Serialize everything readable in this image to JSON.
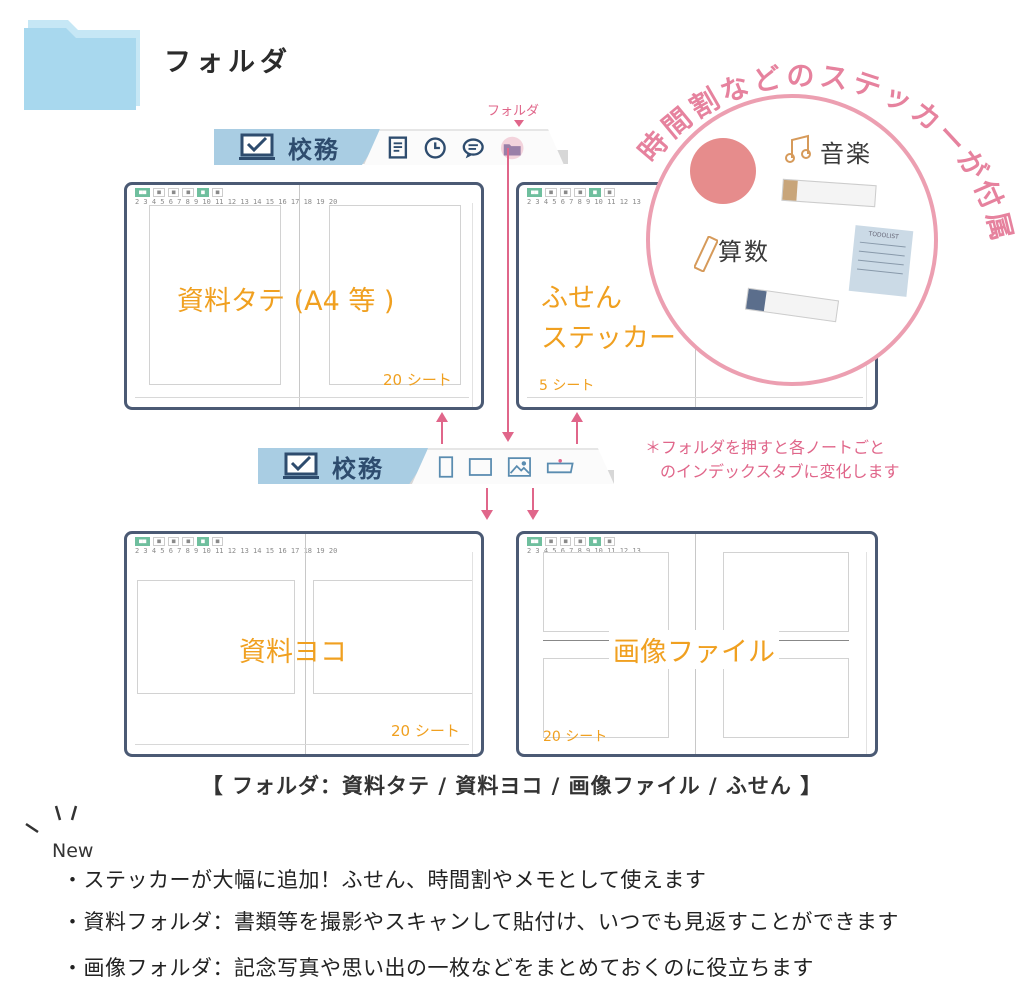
{
  "header": {
    "title": "フォルダ"
  },
  "top_tabbar": {
    "label": "校務",
    "folder_caption": "フォルダ"
  },
  "middle_tabbar": {
    "label": "校務"
  },
  "notebooks": {
    "tate": {
      "label": "資料タテ (A4 等 )",
      "sheets": "20 シート"
    },
    "fusen": {
      "label_line1": "ふせん",
      "label_line2": "ステッカー",
      "sheets": "5 シート"
    },
    "yoko": {
      "label": "資料ヨコ",
      "sheets": "20 シート"
    },
    "image": {
      "label": "画像ファイル",
      "sheets": "20 シート"
    }
  },
  "note": {
    "line1": "＊フォルダを押すと各ノートごと",
    "line2": "のインデックスタブに変化します"
  },
  "sticker": {
    "arc_text": "時間割などのステッカーが付属",
    "music": "音楽",
    "math": "算数",
    "todo": "TODOLIST"
  },
  "caption": "【 フォルダ：資料タテ / 資料ヨコ / 画像ファイル / ふせん 】",
  "new_label": "New",
  "bullets": [
    "・ステッカーが大幅に追加！ふせん、時間割やメモとして使えます",
    "・資料フォルダ：書類等を撮影やスキャンして貼付け、いつでも見返すことができます",
    "・画像フォルダ：記念写真や思い出の一枚などをまとめておくのに役立ちます"
  ],
  "colors": {
    "accent_pink": "#e0668a",
    "label_orange": "#f0a020",
    "tab_blue": "#a9cde3",
    "notebook_border": "#4b5a74",
    "folder_blue": "#a8d8ee"
  }
}
